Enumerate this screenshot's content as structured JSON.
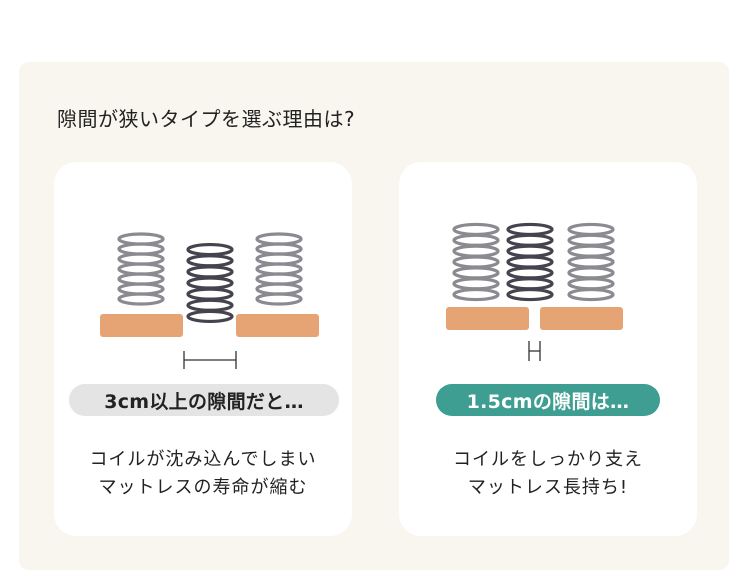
{
  "section": {
    "heading": "隙間が狭いタイプを選ぶ理由は?"
  },
  "cards": [
    {
      "badge": "3cm以上の隙間だと…",
      "line1": "コイルが沈み込んでしまい",
      "line2": "マットレスの寿命が縮む"
    },
    {
      "badge": "1.5cmの隙間は…",
      "line1": "コイルをしっかり支え",
      "line2": "マットレス長持ち!"
    }
  ],
  "colors": {
    "panel": "#f8f6ee",
    "block": "#e6a474",
    "coil_light": "#8b8a91",
    "coil_dark": "#45434d",
    "badge_grey": "#e4e4e4",
    "badge_teal": "#3e9e92"
  },
  "icons": [
    "spring-coil-icon",
    "support-block-icon",
    "gap-width-marker-icon"
  ]
}
